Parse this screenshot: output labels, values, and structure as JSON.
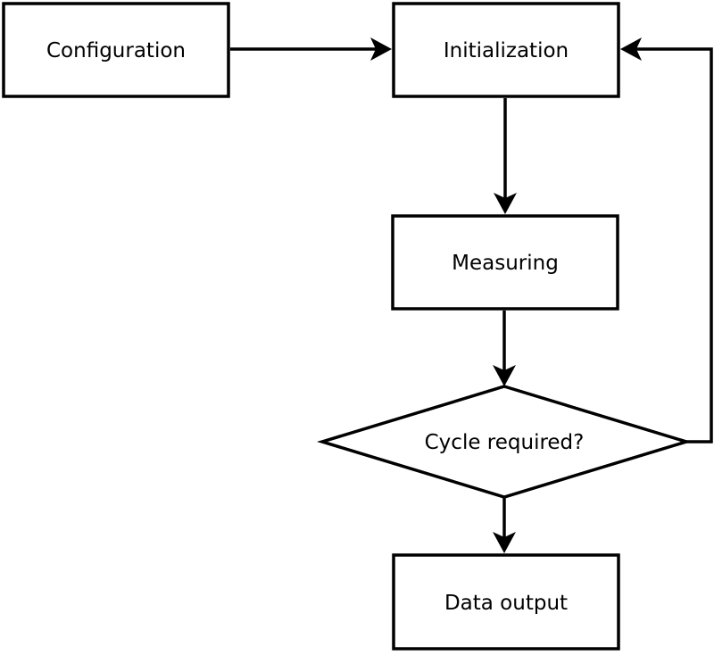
{
  "diagram": {
    "type": "flowchart",
    "background_color": "#ffffff",
    "stroke_color": "#000000",
    "node_fill_color": "#ffffff",
    "text_color": "#000000",
    "nodes": [
      {
        "id": "configuration",
        "shape": "rectangle",
        "label": "Configuration"
      },
      {
        "id": "initialization",
        "shape": "rectangle",
        "label": "Initialization"
      },
      {
        "id": "measuring",
        "shape": "rectangle",
        "label": "Measuring"
      },
      {
        "id": "cycle-required",
        "shape": "diamond",
        "label": "Cycle required?"
      },
      {
        "id": "data-output",
        "shape": "rectangle",
        "label": "Data output"
      }
    ],
    "edges": [
      {
        "from": "configuration",
        "to": "initialization",
        "direction": "right"
      },
      {
        "from": "initialization",
        "to": "measuring",
        "direction": "down"
      },
      {
        "from": "measuring",
        "to": "cycle-required",
        "direction": "down"
      },
      {
        "from": "cycle-required",
        "to": "data-output",
        "direction": "down"
      },
      {
        "from": "cycle-required",
        "to": "initialization",
        "direction": "loop-back-right"
      }
    ]
  }
}
